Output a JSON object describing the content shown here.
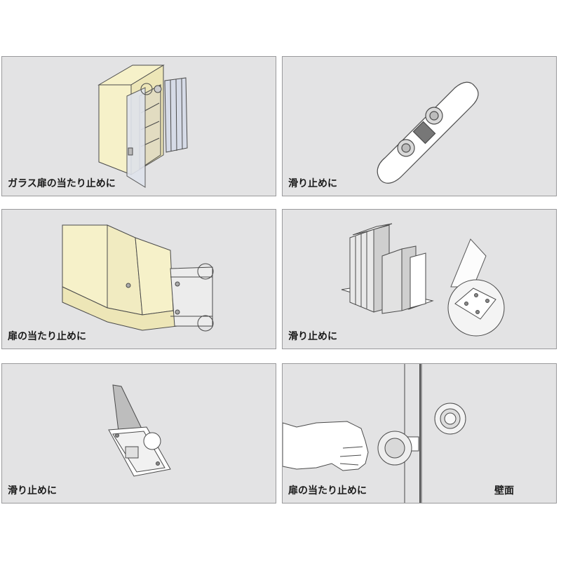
{
  "panels": [
    {
      "caption": "ガラス扉の当たり止めに"
    },
    {
      "caption": "滑り止めに"
    },
    {
      "caption": "扉の当たり止めに"
    },
    {
      "caption": "滑り止めに"
    },
    {
      "caption": "滑り止めに"
    },
    {
      "caption": "扉の当たり止めに",
      "caption_right": "壁面"
    }
  ],
  "colors": {
    "panel_bg": "#e3e3e4",
    "cabinet": "#f6f1c9",
    "glass": "#d6dbe7",
    "outline": "#4a4a4a",
    "caption": "#1a1a1a"
  },
  "icons": [
    "cabinet-illustration",
    "snowboard-illustration",
    "folding-door-illustration",
    "bookend-illustration",
    "tilted-bookend-illustration",
    "hand-doorknob-illustration"
  ]
}
